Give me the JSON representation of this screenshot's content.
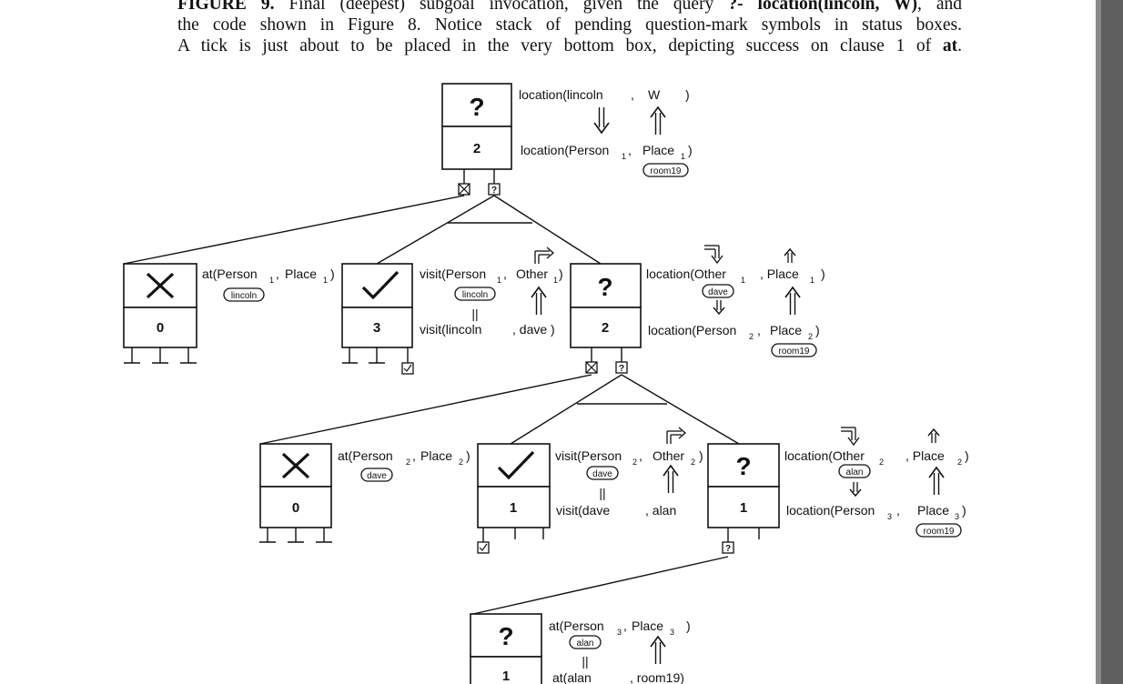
{
  "caption": {
    "line1": {
      "fig_label": "FIGURE 9.",
      "text_a": " Final (deepest) subgoal invocation, given the query ",
      "query": "?- location(lincoln, W)",
      "text_b": ", and"
    },
    "line2": "the code shown in Figure 8. Notice stack of pending question-mark symbols in status boxes.",
    "line3": {
      "text_a": "A tick is just about to be placed in the very bottom box, depicting success on clause 1 of ",
      "term": "at",
      "text_b": "."
    }
  },
  "symbols": {
    "question": "?",
    "equals": "||"
  },
  "boxes": {
    "b0": {
      "clause": "2"
    },
    "b1": {
      "clause": "0"
    },
    "b2": {
      "clause": "3"
    },
    "b3": {
      "clause": "2"
    },
    "b4": {
      "clause": "0"
    },
    "b5": {
      "clause": "1"
    },
    "b6": {
      "clause": "1"
    },
    "b7": {
      "clause": "1"
    }
  },
  "labels": {
    "top_goal": {
      "pred": "location(lincoln",
      "comma": ",",
      "var": "W",
      "close": ")"
    },
    "top_head": {
      "pred": "location(Person",
      "sub1": "1",
      "comma": ",",
      "arg": "Place",
      "sub2": "1",
      "close": ")",
      "binding": "room19"
    },
    "at1": {
      "pred": "at(Person",
      "sub1": "1",
      "comma": ",",
      "arg": "Place",
      "sub2": "1",
      "close": ")",
      "binding": "lincoln"
    },
    "visit1_head": {
      "pred": "visit(Person",
      "sub1": "1",
      "comma": ",",
      "arg": "Other",
      "sub2": "1",
      "close": ")",
      "binding": "lincoln"
    },
    "visit1_fact": {
      "pred": "visit(lincoln",
      "rest": ", dave )"
    },
    "loc2_goal": {
      "pred": "location(Other",
      "sub1": "1",
      "rest": ", Place",
      "sub2": "1",
      "close": ")",
      "binding": "dave"
    },
    "loc2_head": {
      "pred": "location(Person",
      "sub1": "2",
      "comma": ",",
      "arg": "Place",
      "sub2": "2",
      "close": ")",
      "binding": "room19"
    },
    "at2": {
      "pred": "at(Person",
      "sub1": "2",
      "comma": ",",
      "arg": "Place",
      "sub2": "2",
      "close": ")",
      "binding": "dave"
    },
    "visit2_head": {
      "pred": "visit(Person",
      "sub1": "2",
      "comma": ",",
      "arg": "Other",
      "sub2": "2",
      "close": ")",
      "binding": "dave"
    },
    "visit2_fact": {
      "pred": "visit(dave",
      "rest": ", alan"
    },
    "loc3_goal": {
      "pred": "location(Other",
      "sub1": "2",
      "rest": ", Place",
      "sub2": "2",
      "close": ")",
      "binding": "alan"
    },
    "loc3_head": {
      "pred": "location(Person",
      "sub1": "3",
      "comma": ",",
      "arg": "Place",
      "sub2": "3",
      "close": ")",
      "binding": "room19"
    },
    "at3_goal": {
      "pred": "at(Person",
      "sub1": "3",
      "comma": ",",
      "arg": "Place",
      "sub2": "3",
      "close": ")",
      "binding": "alan"
    },
    "at3_fact": {
      "pred": "at(alan",
      "rest": ", room19)"
    }
  }
}
